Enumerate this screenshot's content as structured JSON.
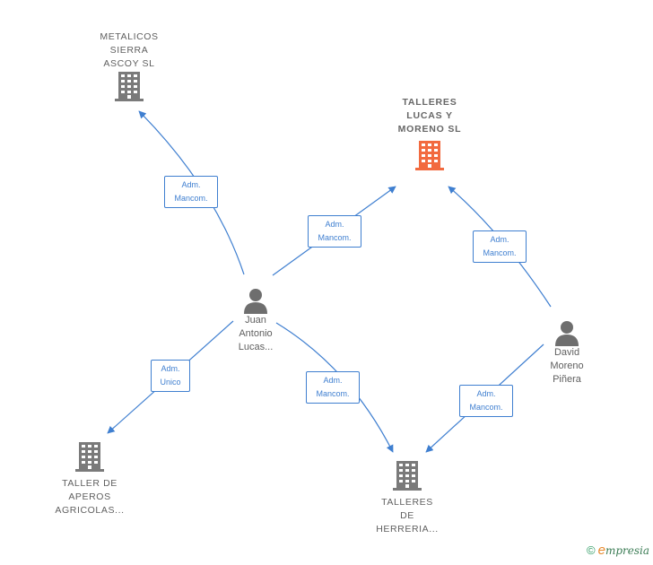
{
  "colors": {
    "edge": "#3f7fd0",
    "company_icon": "#7a7a7a",
    "focus_icon": "#f26a3f",
    "person_icon": "#6e6e6e"
  },
  "nodes": {
    "metalicos": {
      "label": "METALICOS\nSIERRA\nASCOY SL",
      "icon": "building-icon"
    },
    "talleres_lucas": {
      "label": "TALLERES\nLUCAS Y\nMORENO  SL",
      "icon": "building-icon"
    },
    "juan": {
      "label": "Juan\nAntonio\nLucas...",
      "icon": "person-icon"
    },
    "david": {
      "label": "David\nMoreno\nPiñera",
      "icon": "person-icon"
    },
    "taller_aperos": {
      "label": "TALLER DE\nAPEROS\nAGRICOLAS...",
      "icon": "building-icon"
    },
    "talleres_herreria": {
      "label": "TALLERES\nDE\nHERRERIA...",
      "icon": "building-icon"
    }
  },
  "relations": [
    {
      "label": "Adm.\nMancom."
    },
    {
      "label": "Adm.\nMancom."
    },
    {
      "label": "Adm.\nMancom."
    },
    {
      "label": "Adm.\nUnico"
    },
    {
      "label": "Adm.\nMancom."
    },
    {
      "label": "Adm.\nMancom."
    }
  ],
  "footer": {
    "copyright": "©",
    "brand_first": "e",
    "brand_rest": "mpresia"
  }
}
